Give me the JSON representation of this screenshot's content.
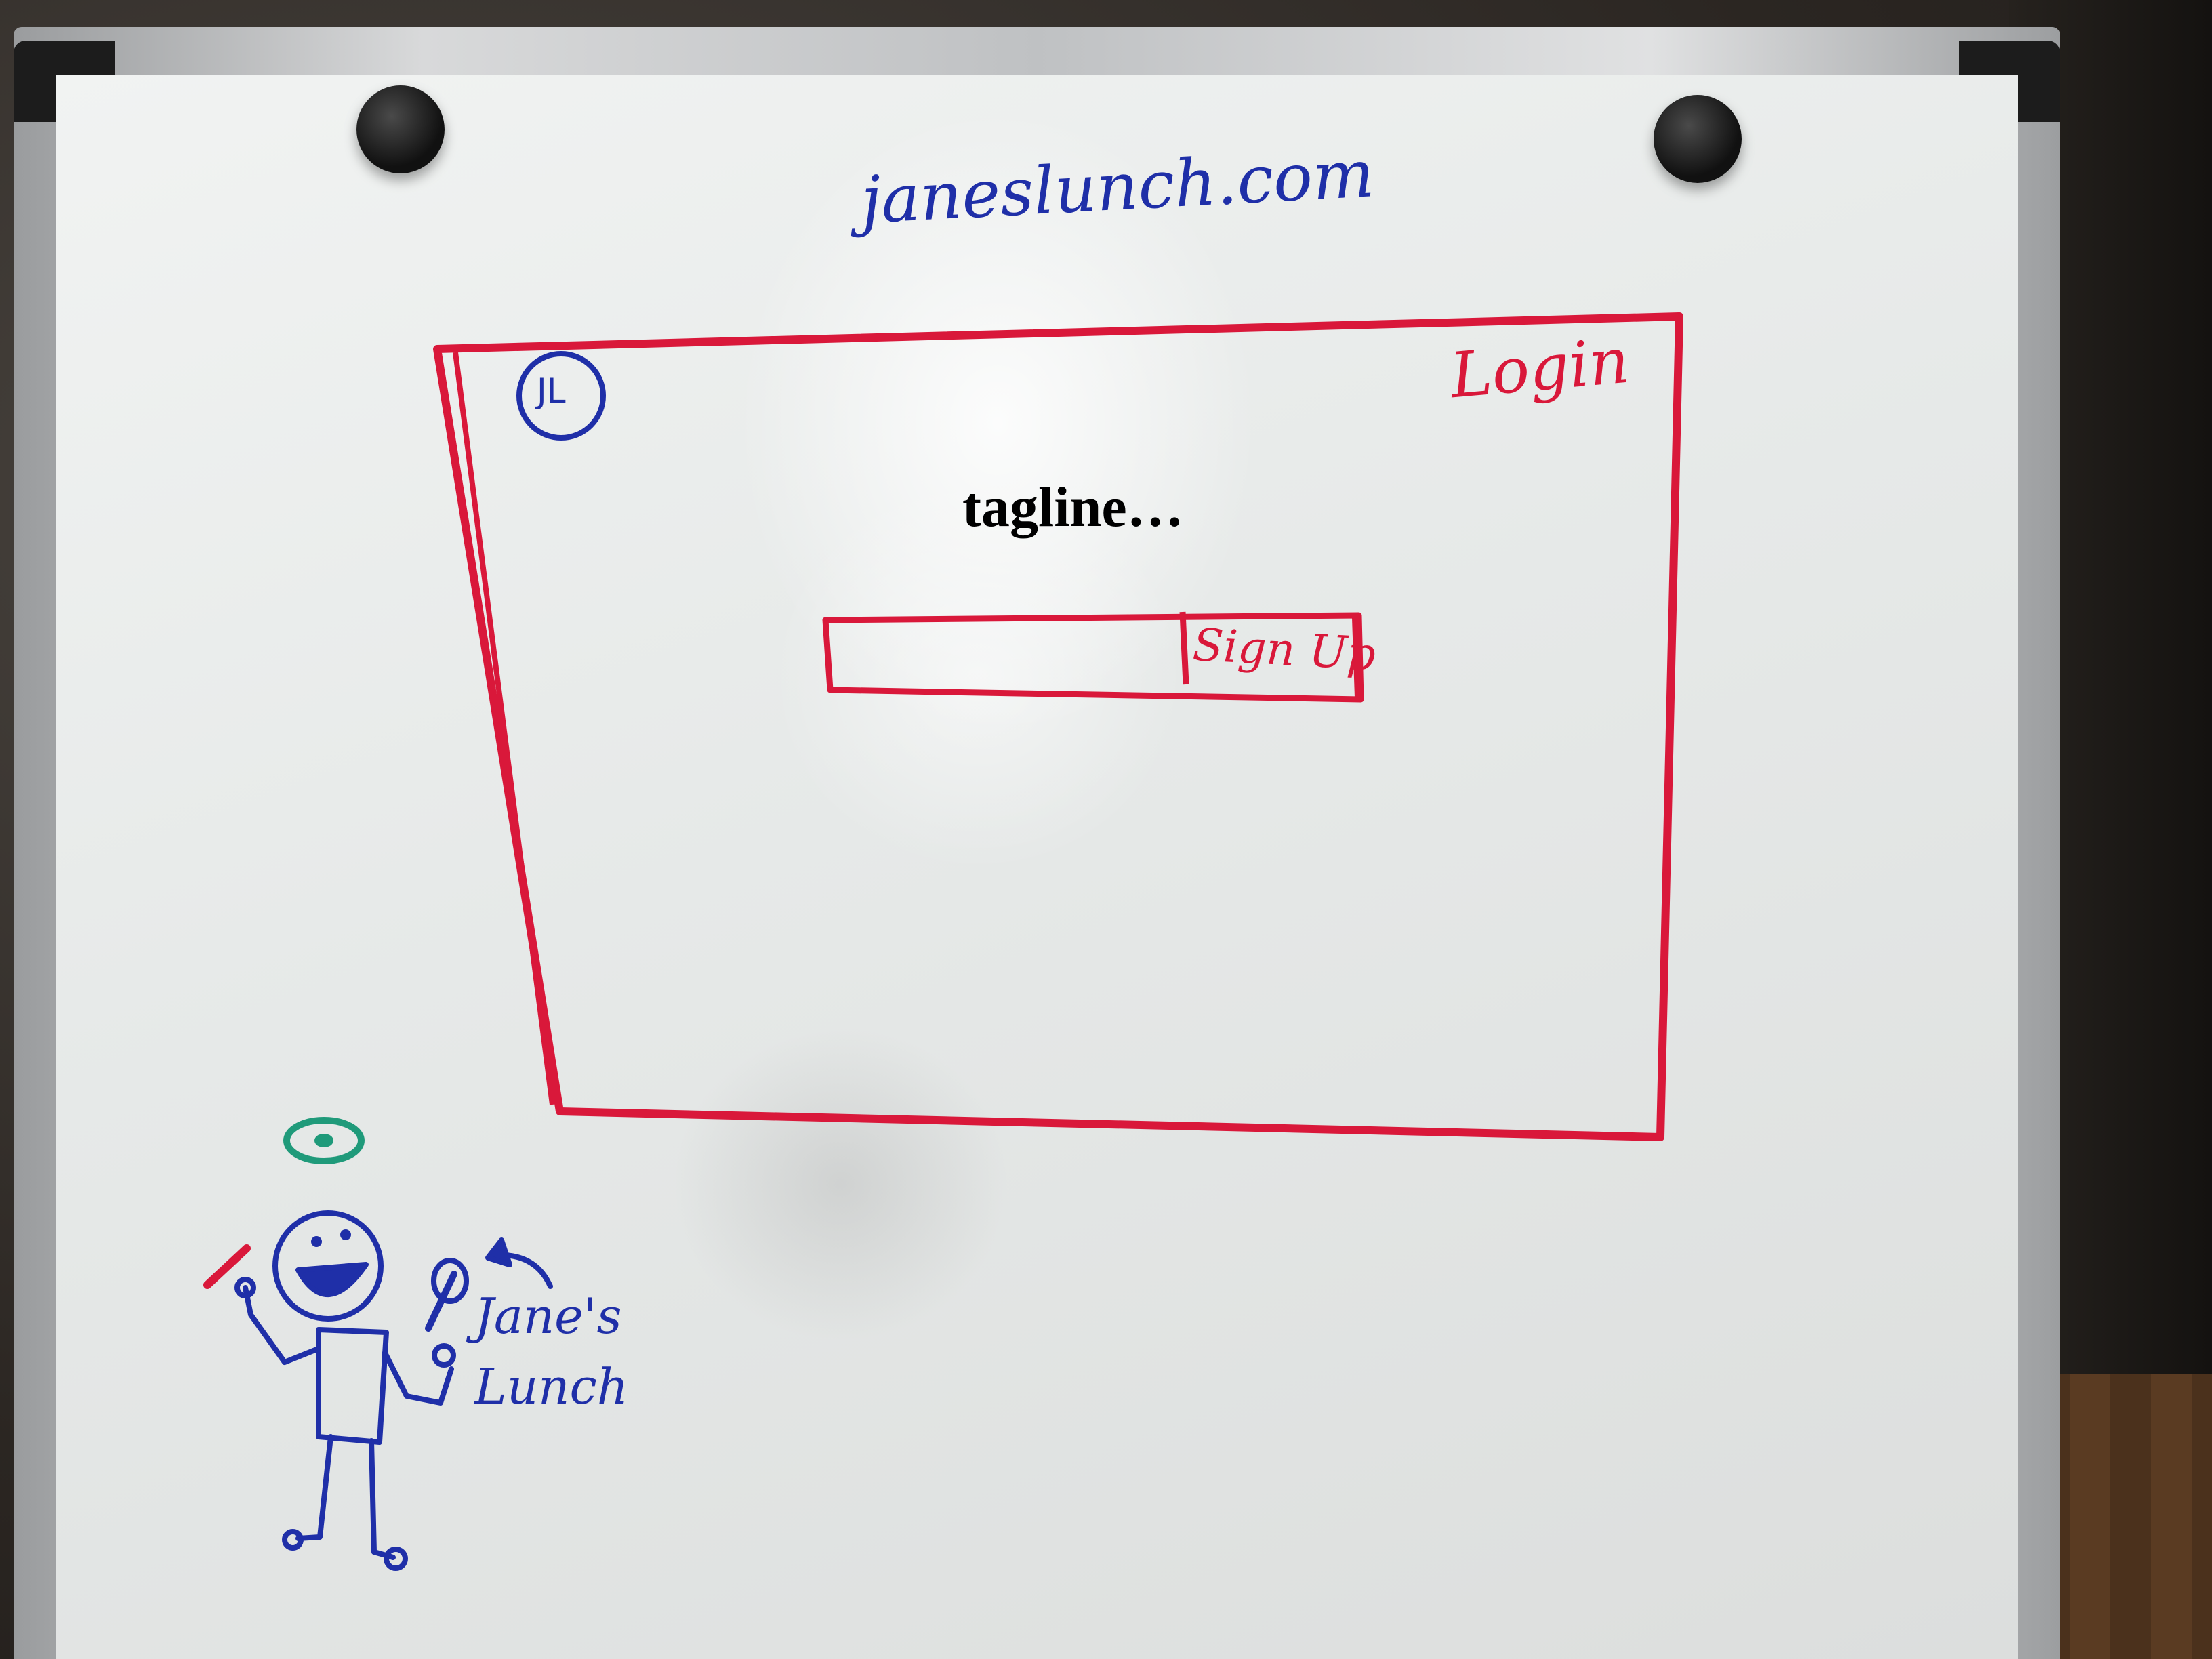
{
  "site": {
    "title": "janeslunch.com"
  },
  "header": {
    "logo_initials": "JL",
    "login_label": "Login"
  },
  "hero": {
    "tagline": "tagline…"
  },
  "signup": {
    "input_value": "",
    "button_label": "Sign Up"
  },
  "mascot": {
    "label": "Jane's\nLunch"
  },
  "colors": {
    "wireframe_red": "#d9183a",
    "marker_blue": "#1f2fa8",
    "halo_green": "#1f9a7a"
  }
}
